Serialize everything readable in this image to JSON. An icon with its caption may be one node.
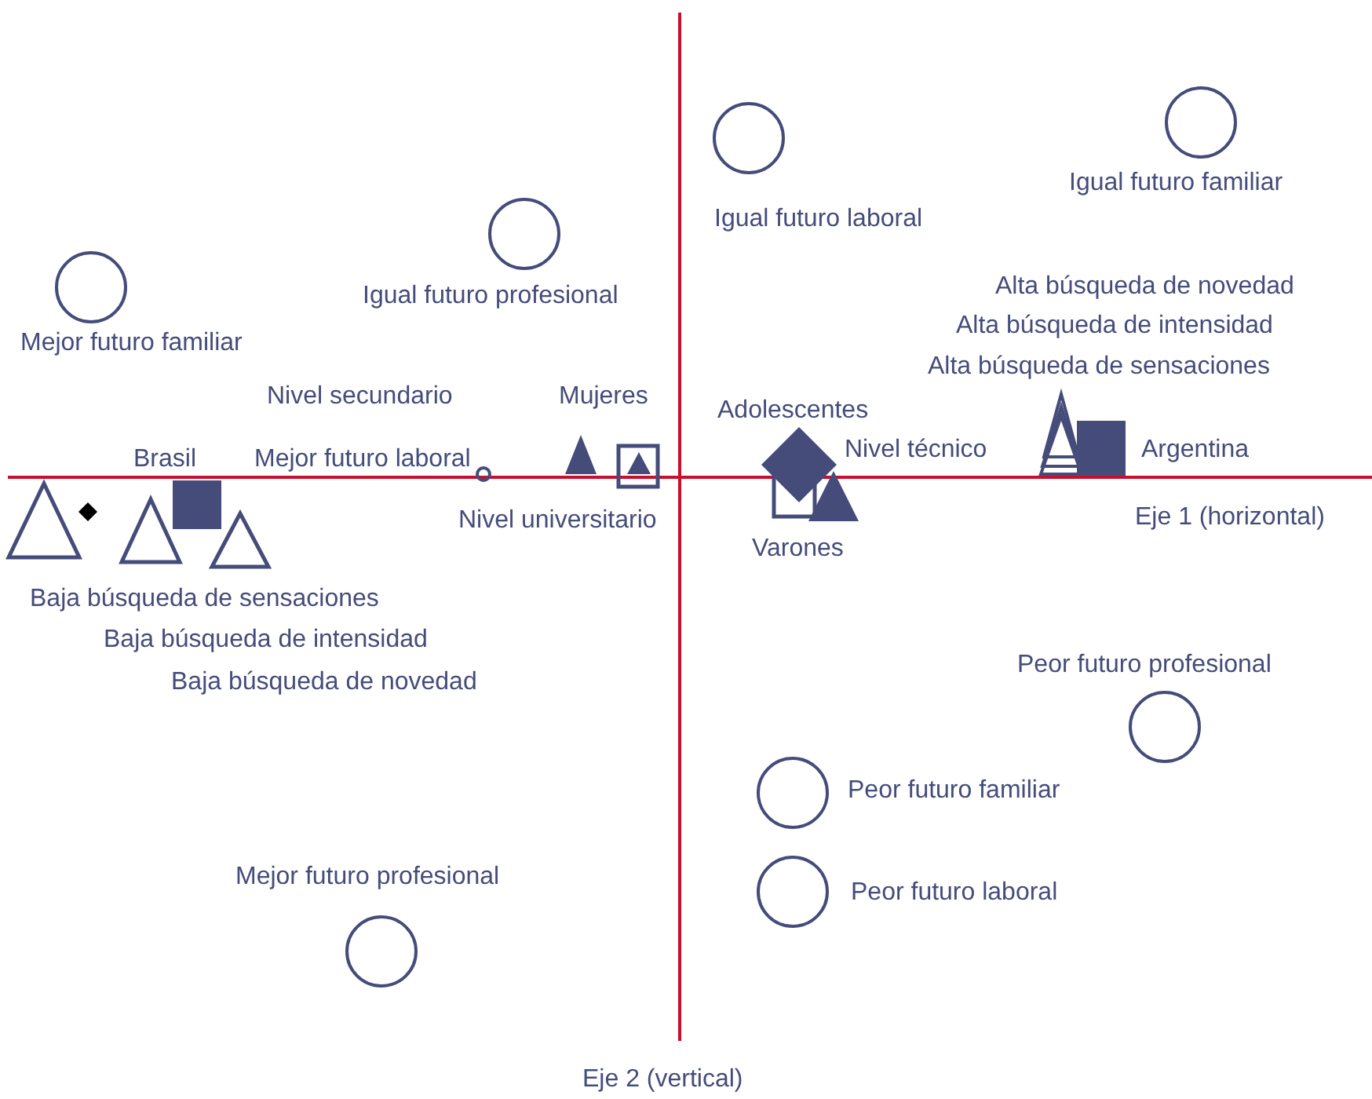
{
  "diagram": {
    "labels": [
      "Igual futuro familiar",
      "Igual futuro laboral",
      "Igual futuro profesional",
      "Alta búsqueda de novedad",
      "Alta búsqueda de intensidad",
      "Mejor futuro familiar",
      "Alta búsqueda de sensaciones",
      "Nivel secundario",
      "Mujeres",
      "Adolescentes",
      "Brasil",
      "Mejor futuro laboral",
      "Nivel técnico",
      "Argentina",
      "Nivel universitario",
      "Eje 1 (horizontal)",
      "Varones",
      "Baja búsqueda de sensaciones",
      "Baja búsqueda de intensidad",
      "Baja búsqueda de novedad",
      "Peor futuro profesional",
      "Peor futuro familiar",
      "Mejor futuro profesional",
      "Peor futuro laboral",
      "Eje 2 (vertical)"
    ]
  }
}
